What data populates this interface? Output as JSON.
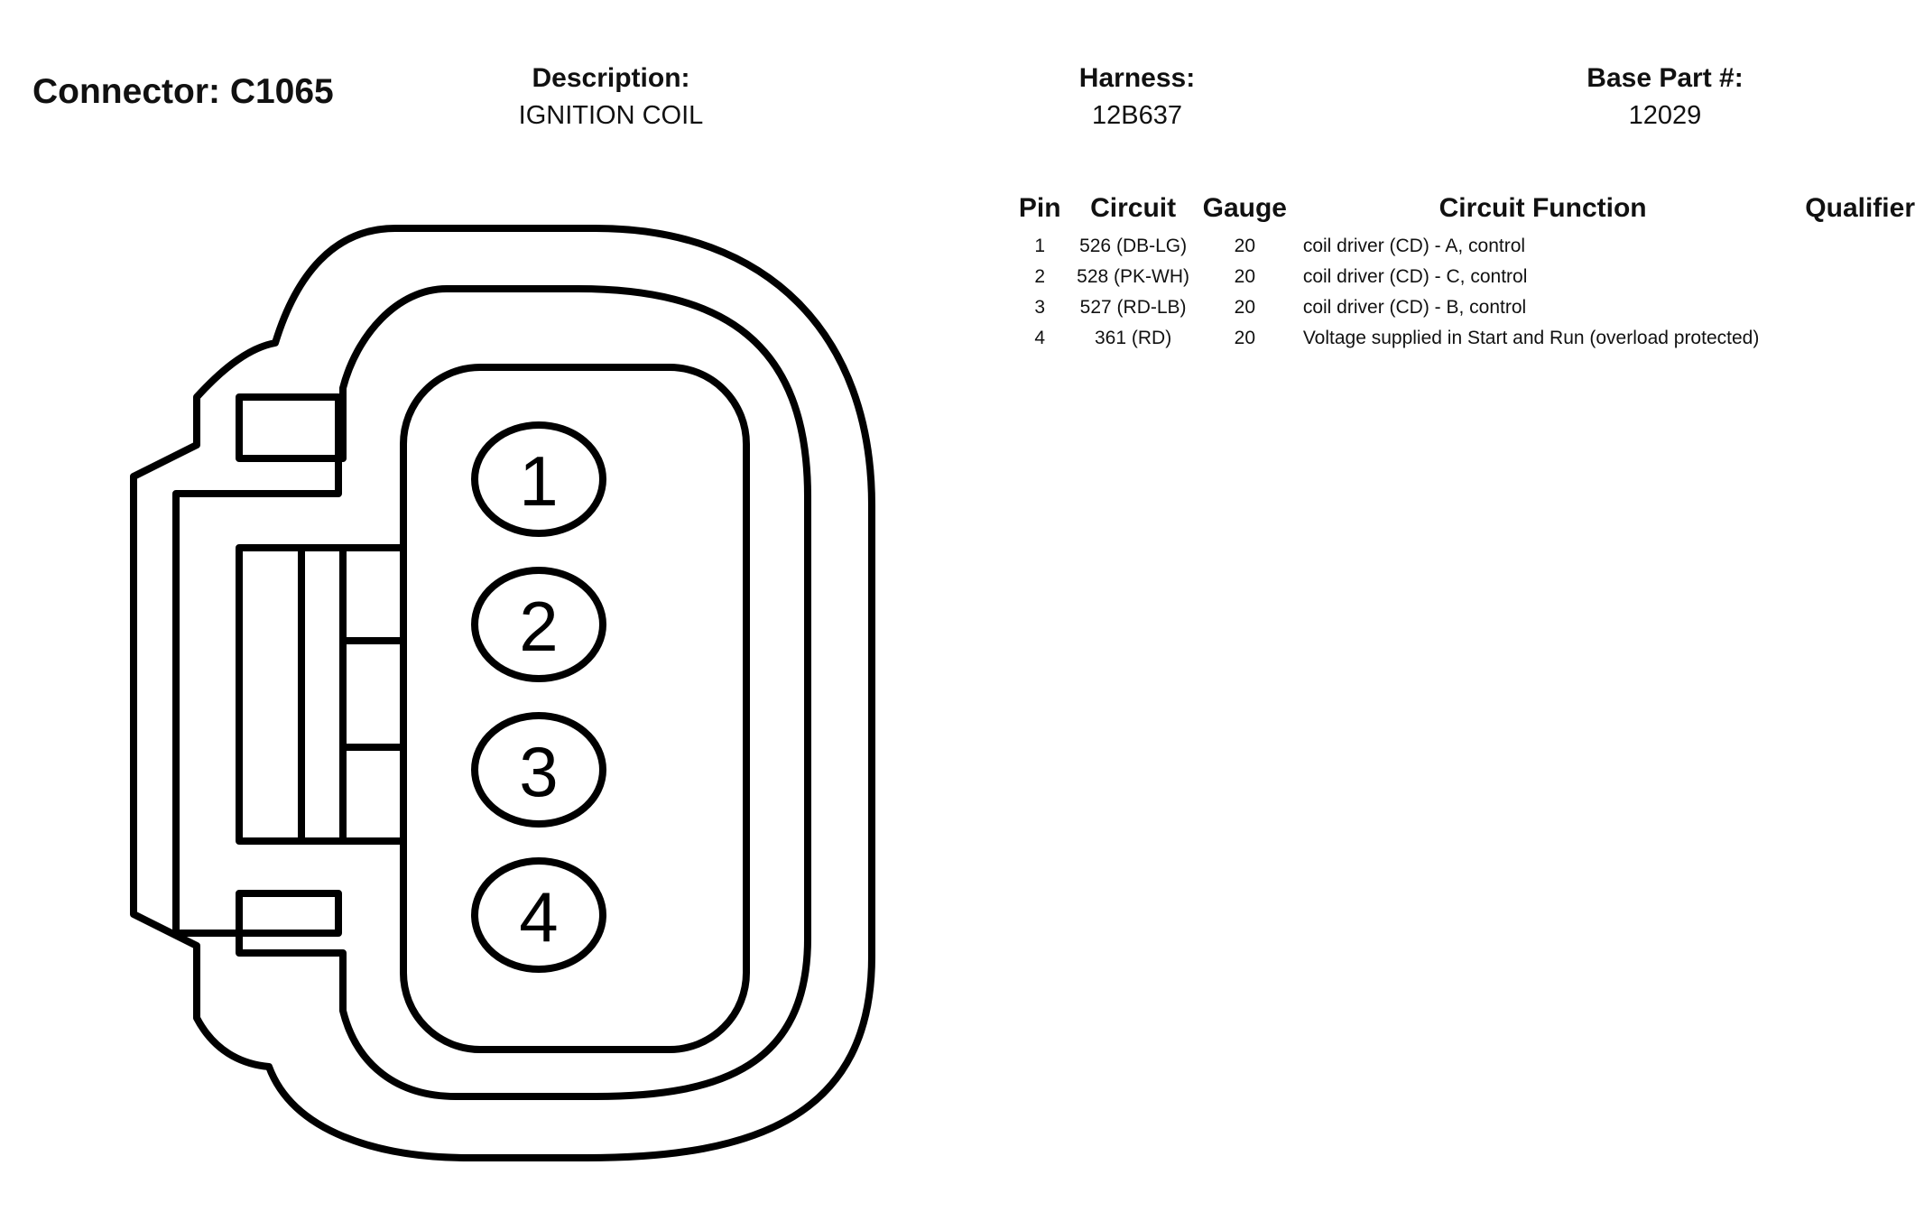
{
  "connector": {
    "title": "Connector: C1065"
  },
  "description": {
    "label": "Description:",
    "value": "IGNITION COIL"
  },
  "harness": {
    "label": "Harness:",
    "value": "12B637"
  },
  "base_part": {
    "label": "Base Part #:",
    "value": "12029"
  },
  "table": {
    "headers": {
      "pin": "Pin",
      "circuit": "Circuit",
      "gauge": "Gauge",
      "function": "Circuit Function",
      "qualifier": "Qualifier"
    },
    "rows": [
      {
        "pin": "1",
        "circuit": "526 (DB-LG)",
        "gauge": "20",
        "function": "coil driver (CD) - A, control",
        "qualifier": ""
      },
      {
        "pin": "2",
        "circuit": "528 (PK-WH)",
        "gauge": "20",
        "function": "coil driver (CD) - C, control",
        "qualifier": ""
      },
      {
        "pin": "3",
        "circuit": "527 (RD-LB)",
        "gauge": "20",
        "function": "coil driver (CD) - B, control",
        "qualifier": ""
      },
      {
        "pin": "4",
        "circuit": "361 (RD)",
        "gauge": "20",
        "function": "Voltage supplied in Start and Run (overload protected)",
        "qualifier": ""
      }
    ]
  },
  "diagram": {
    "pin_labels": [
      "1",
      "2",
      "3",
      "4"
    ]
  }
}
